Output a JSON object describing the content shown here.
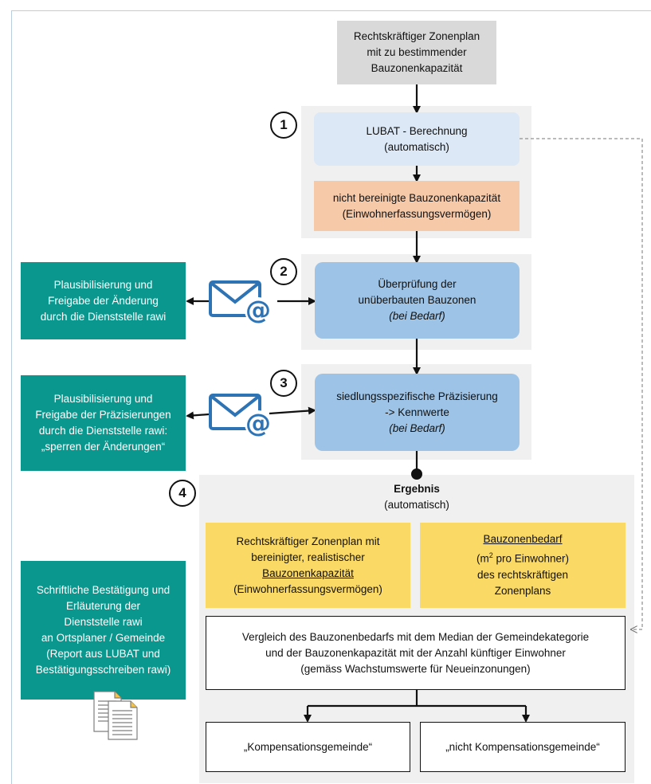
{
  "top_box": [
    "Rechtskräftiger Zonenplan",
    "mit zu bestimmender",
    "Bauzonenkapazität"
  ],
  "step1": {
    "number": "1",
    "calc": [
      "LUBAT - Berechnung",
      "(automatisch)"
    ],
    "unadjusted": [
      "nicht bereinigte Bauzonenkapazität",
      "(Einwohnerfassungsvermögen)"
    ]
  },
  "step2": {
    "number": "2",
    "review": [
      "Überprüfung der",
      "unüberbauten Bauzonen",
      "(bei Bedarf)"
    ],
    "side": [
      "Plausibilisierung und",
      "Freigabe der Änderung",
      "durch die Dienststelle rawi"
    ]
  },
  "step3": {
    "number": "3",
    "precision": [
      "siedlungsspezifische Präzisierung",
      "-> Kennwerte",
      "(bei Bedarf)"
    ],
    "side": [
      "Plausibilisierung und",
      "Freigabe der Präzisierungen",
      "durch die Dienststelle rawi:",
      "„sperren der Änderungen“"
    ]
  },
  "step4": {
    "number": "4",
    "result_title": "Ergebnis",
    "result_sub": "(automatisch)",
    "yellow_left": {
      "line1": "Rechtskräftiger Zonenplan mit",
      "line2": "bereinigter, realistischer",
      "line3": "Bauzonenkapazität",
      "line4": "(Einwohnerfassungsvermögen)"
    },
    "yellow_right": {
      "line1": "Bauzonenbedarf",
      "line2_pre": "(m",
      "line2_sup": "2",
      "line2_post": " pro Einwohner)",
      "line3": "des rechtskräftigen",
      "line4": "Zonenplans"
    },
    "comparison": [
      "Vergleich des Bauzonenbedarfs  mit dem Median der Gemeindekategorie",
      "und der Bauzonenkapazität mit der Anzahl künftiger Einwohner",
      "(gemäss Wachstumswerte für Neueinzonungen)"
    ],
    "outcome_left": "„Kompensationsgemeinde“",
    "outcome_right": "„nicht Kompensationsgemeinde“"
  },
  "confirmation": [
    "Schriftliche Bestätigung und",
    "Erläuterung  der",
    "Dienststelle rawi",
    "an Ortsplaner / Gemeinde",
    "(Report aus LUBAT und",
    "Bestätigungsschreiben rawi)"
  ],
  "icons": [
    "email-at-icon",
    "document-icon"
  ],
  "colors": {
    "gray": "#d9d9d9",
    "light_blue": "#dce8f6",
    "orange": "#f6c9a9",
    "blue": "#9dc3e6",
    "teal": "#0a978e",
    "yellow": "#fbd965",
    "panel": "#f0f0f0"
  }
}
